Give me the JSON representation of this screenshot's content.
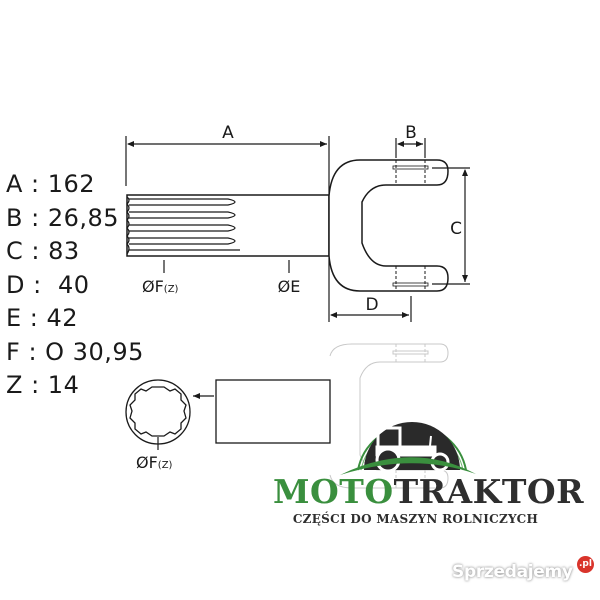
{
  "specs": [
    {
      "key": "A",
      "sep": " : ",
      "value": "162"
    },
    {
      "key": "B",
      "sep": " : ",
      "value": "26,85"
    },
    {
      "key": "C",
      "sep": " : ",
      "value": "83"
    },
    {
      "key": "D",
      "sep": " : ",
      "value": " 40"
    },
    {
      "key": "E",
      "sep": " : ",
      "value": "42"
    },
    {
      "key": "F",
      "sep": " : ",
      "value": "O 30,95"
    },
    {
      "key": "Z",
      "sep": " : ",
      "value": "14"
    }
  ],
  "drawing": {
    "dimension_labels": {
      "a": "A",
      "b": "B",
      "c": "C",
      "d": "D",
      "diameter_e": "ØE",
      "diameter_f": "ØF",
      "diameter_f_sub": "(Z)",
      "section_diameter_f": "ØF",
      "section_diameter_f_sub": "(Z)"
    }
  },
  "brand": {
    "name_part1": "MOTO",
    "name_part2": "TRAKTOR",
    "tagline": "CZĘŚCI DO MASZYN ROLNICZYCH",
    "colors": {
      "green": "#3a8f3e",
      "dark": "#2e2e2e"
    }
  },
  "watermark": {
    "text": "Sprzedajemy",
    "badge": ".pl",
    "badge_color": "#d9342b"
  }
}
